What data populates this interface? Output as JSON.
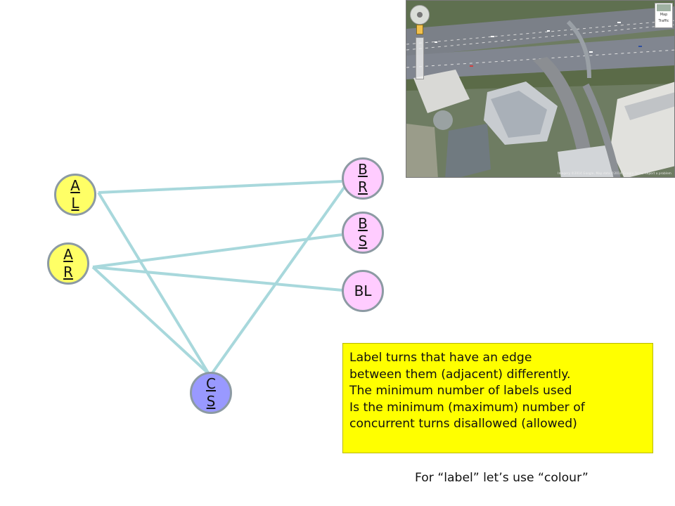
{
  "colors": {
    "edge": "#a8d8dc",
    "node_border": "#8c9aa3",
    "node_A": "#ffff66",
    "node_B": "#ffccff",
    "node_C": "#9999ff",
    "note_background": "#ffff00"
  },
  "nodes": {
    "al": {
      "label": "A\nL",
      "color": "#ffff66"
    },
    "ar": {
      "label": "A\nR",
      "color": "#ffff66"
    },
    "br": {
      "label": "B\nR",
      "color": "#ffccff"
    },
    "bs": {
      "label": "B\nS",
      "color": "#ffccff"
    },
    "bl": {
      "label": "BL",
      "color": "#ffccff"
    },
    "cs": {
      "label": "C\nS",
      "color": "#9999ff"
    }
  },
  "edges": [
    {
      "from": "al",
      "to": "br"
    },
    {
      "from": "al",
      "to": "cs"
    },
    {
      "from": "ar",
      "to": "bs"
    },
    {
      "from": "ar",
      "to": "bl"
    },
    {
      "from": "ar",
      "to": "cs"
    },
    {
      "from": "br",
      "to": "cs"
    }
  ],
  "aerial_map": {
    "map_type_labels": [
      "Map",
      "Traffic"
    ],
    "attribution": "Imagery ©2014 Google, Map data ©2014 Google  Terms  Report a problem"
  },
  "note": {
    "lines": [
      "Label turns that have an edge",
      "between them (adjacent) differently.",
      "The minimum number of labels used",
      "Is the minimum (maximum) number of",
      "concurrent turns disallowed (allowed)"
    ]
  },
  "footer_text": "For “label” let’s use “colour”"
}
